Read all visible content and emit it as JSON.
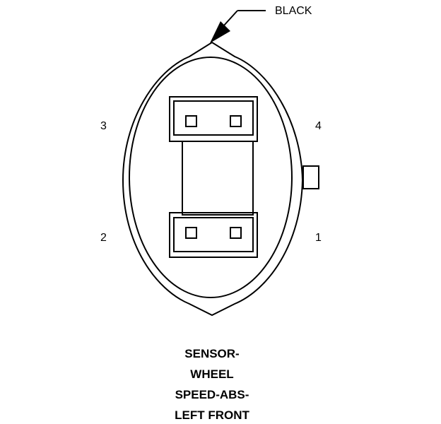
{
  "wire_color_label": "BLACK",
  "pins": {
    "pin_1": "1",
    "pin_2": "2",
    "pin_3": "3",
    "pin_4": "4"
  },
  "caption": {
    "line1": "SENSOR-",
    "line2": "WHEEL",
    "line3": "SPEED-ABS-",
    "line4": "LEFT FRONT"
  }
}
